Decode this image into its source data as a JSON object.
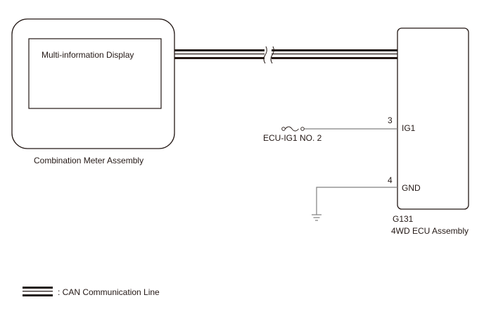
{
  "colors": {
    "stroke": "#231815",
    "wire": "#808080",
    "background": "#ffffff"
  },
  "components": {
    "meter": {
      "name": "Combination Meter Assembly",
      "display_label": "Multi-information Display"
    },
    "ecu": {
      "connector": "G131",
      "name": "4WD ECU Assembly",
      "pins": [
        {
          "number": "3",
          "name": "IG1"
        },
        {
          "number": "4",
          "name": "GND"
        }
      ]
    },
    "fuse": {
      "label": "ECU-IG1 NO. 2",
      "icon": "fuse-icon"
    },
    "ground": {
      "icon": "ground-icon"
    }
  },
  "legend": {
    "icon": "can-line-icon",
    "label": ": CAN Communication Line"
  }
}
